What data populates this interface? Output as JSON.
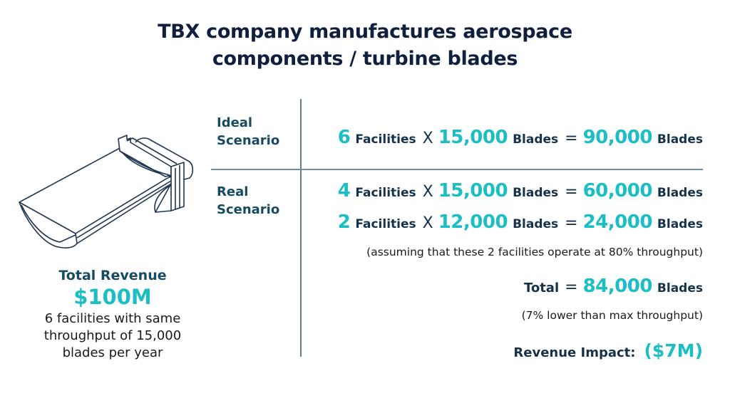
{
  "title": {
    "line1": "TBX company manufactures aerospace",
    "line2": "components / turbine blades"
  },
  "illustration": {
    "icon": "turbine-blade-icon"
  },
  "revenue": {
    "label": "Total Revenue",
    "value": "$100M",
    "desc_line1": "6 facilities with same",
    "desc_line2": "throughput of 15,000",
    "desc_line3": "blades per year"
  },
  "ideal": {
    "label_line1": "Ideal",
    "label_line2": "Scenario",
    "row": {
      "facilities": "6",
      "facilities_unit": "Facilities",
      "times": "X",
      "per": "15,000",
      "per_unit": "Blades",
      "eq": "=",
      "result": "90,000",
      "result_unit": "Blades"
    }
  },
  "real": {
    "label_line1": "Real",
    "label_line2": "Scenario",
    "rows": [
      {
        "facilities": "4",
        "facilities_unit": "Facilities",
        "times": "X",
        "per": "15,000",
        "per_unit": "Blades",
        "eq": "=",
        "result": "60,000",
        "result_unit": "Blades"
      },
      {
        "facilities": "2",
        "facilities_unit": "Facilities",
        "times": "X",
        "per": "12,000",
        "per_unit": "Blades",
        "eq": "=",
        "result": "24,000",
        "result_unit": "Blades"
      }
    ],
    "note": "(assuming that these 2 facilities operate at 80% throughput)",
    "total": {
      "label": "Total",
      "eq": "=",
      "value": "84,000",
      "unit": "Blades"
    },
    "total_note": "(7% lower than max throughput)",
    "impact": {
      "label": "Revenue Impact:",
      "value": "($7M)"
    }
  },
  "colors": {
    "accent": "#1bbec3",
    "text_dark": "#15324a",
    "divider": "#5d7e96"
  }
}
